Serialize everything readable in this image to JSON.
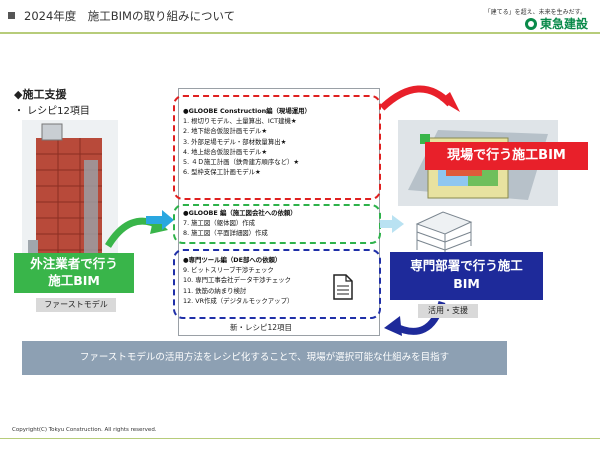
{
  "header": {
    "title": "2024年度　施工BIMの取り組みについて",
    "logo_tagline": "「建てる」を超え、未来を生みだす。",
    "logo_name": "東急建設"
  },
  "left": {
    "section_title": "◆施工支援",
    "section_sub": "・ レシピ12項目",
    "outsource_line1": "外注業者で行う",
    "outsource_line2": "施工BIM",
    "first_model_label": "ファーストモデル"
  },
  "recipes": {
    "group1_title": "●GLOOBE Construction編（現場運用）",
    "group1_items": [
      "1. 根切りモデル、土量算出、ICT建機★",
      "2. 地下総合仮設計画モデル★",
      "3. 外部足場モデル・部材数量算出★",
      "4. 地上総合仮設計画モデル★",
      "5. ４Ｄ施工計画（鉄骨建方順序など）★",
      "6. 型枠支保工計画モデル★"
    ],
    "group2_title": "●GLOOBE 編（施工図会社への依頼）",
    "group2_items": [
      "7. 施工図（躯体図）作成",
      "8. 施工図（平面詳細図）作成"
    ],
    "group3_title": "●専門ツール編（DE部への依頼）",
    "group3_items": [
      "9. ビットスリーブ干渉チェック",
      "10. 専門工事会社データ干渉チェック",
      "11. 鉄筋の納まり検討",
      "12. VR作成（デジタルモックアップ）"
    ],
    "caption": "新・レシピ12項目"
  },
  "right": {
    "field_label": "現場で行う施工BIM",
    "dept_line1": "専門部署で行う施工",
    "dept_line2": "BIM",
    "use_label": "活用・支援"
  },
  "banner": "ファーストモデルの活用方法をレシピ化することで、現場が選択可能な仕組みを目指す",
  "footer": {
    "copyright": "Copyright(C) Tokyu Construction. All rights reserved."
  },
  "colors": {
    "green": "#39b54a",
    "red": "#e8202a",
    "blue": "#1e2a9a",
    "banner": "#8da0b3",
    "accent_line": "#b7cc7a"
  }
}
